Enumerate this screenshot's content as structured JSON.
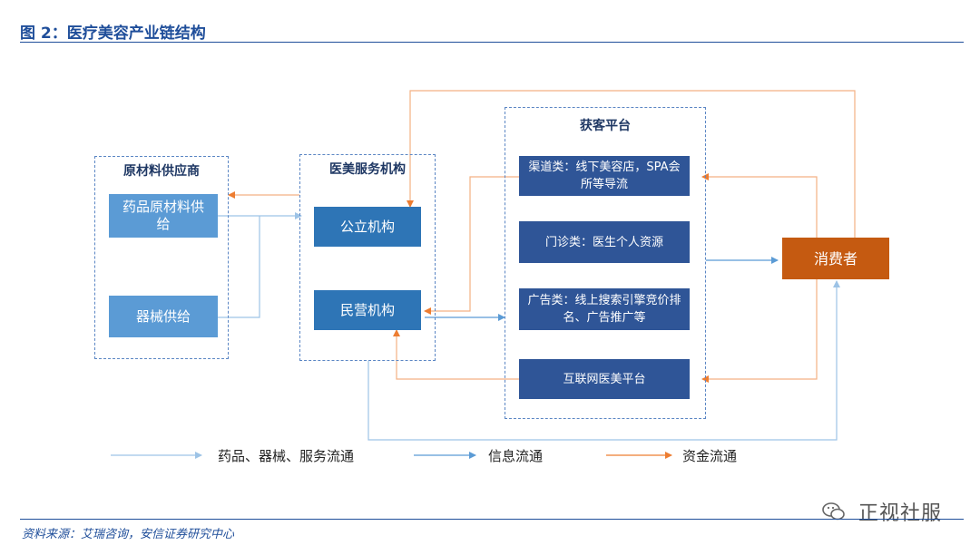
{
  "figure": {
    "title": "图 2：医疗美容产业链结构",
    "source": "资料来源：艾瑞咨询，安信证券研究中心",
    "watermark": "正视社服"
  },
  "groups": {
    "suppliers": {
      "label": "原材料供应商",
      "nodes": {
        "drug": "药品原材料供给",
        "device": "器械供给"
      }
    },
    "institutions": {
      "label": "医美服务机构",
      "nodes": {
        "public": "公立机构",
        "private": "民营机构"
      }
    },
    "platforms": {
      "label": "获客平台",
      "nodes": {
        "channel": "渠道类：线下美容店，SPA会所等导流",
        "clinic": "门诊类：医生个人资源",
        "ads": "广告类：线上搜索引擎竞价排名、广告推广等",
        "internet": "互联网医美平台"
      }
    }
  },
  "consumer": "消费者",
  "legend": {
    "goods": "药品、器械、服务流通",
    "info": "信息流通",
    "money": "资金流通"
  },
  "colors": {
    "goods_flow": "#9dc3e6",
    "info_flow": "#5b9bd5",
    "money_flow": "#f4b183",
    "consumer_fill": "#c55a11"
  }
}
